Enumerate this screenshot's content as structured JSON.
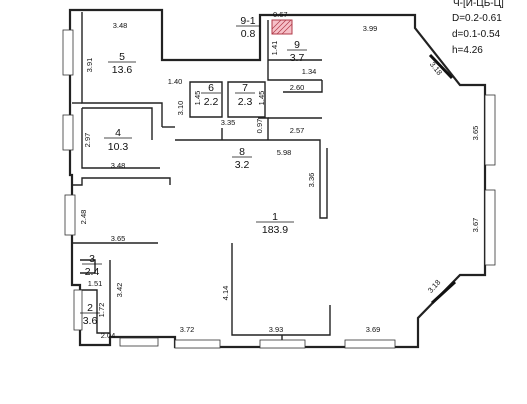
{
  "legend": {
    "header": "Ч-[Ѝ-ЦБ-Ц]",
    "diameter": "D=0.2-0.61",
    "depth": "d=0.1-0.54",
    "height": "h=4.26"
  },
  "rooms": [
    {
      "id": "room-1",
      "number": "1",
      "area": "183.9"
    },
    {
      "id": "room-2",
      "number": "2",
      "area": "3.6"
    },
    {
      "id": "room-3",
      "number": "3",
      "area": "2.4"
    },
    {
      "id": "room-4",
      "number": "4",
      "area": "10.3"
    },
    {
      "id": "room-5",
      "number": "5",
      "area": "13.6"
    },
    {
      "id": "room-6",
      "number": "6",
      "area": "2.2"
    },
    {
      "id": "room-7",
      "number": "7",
      "area": "2.3"
    },
    {
      "id": "room-8",
      "number": "8",
      "area": "3.2"
    },
    {
      "id": "room-9",
      "number": "9",
      "area": "3.7"
    },
    {
      "id": "room-9-1",
      "number": "9-1",
      "area": "0.8"
    }
  ],
  "hatch_label": "0.67",
  "dimensions": [
    "3.48",
    "3.91",
    "1.40",
    "1.45",
    "3.10",
    "1.45",
    "0.97",
    "3.35",
    "1.41",
    "1.34",
    "2.60",
    "3.99",
    "3.18",
    "3.65",
    "2.57",
    "5.98",
    "3.36",
    "2.97",
    "3.48",
    "2.48",
    "3.65",
    "1.51",
    "3.42",
    "1.72",
    "2.04",
    "4.14",
    "3.72",
    "3.93",
    "3.69",
    "3.67",
    "3.18"
  ]
}
